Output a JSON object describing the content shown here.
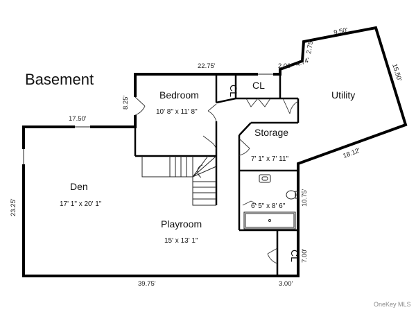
{
  "title": "Basement",
  "rooms": {
    "bedroom": {
      "name": "Bedroom",
      "size": "10' 8\" x 11' 8\""
    },
    "den": {
      "name": "Den",
      "size": "17' 1\" x 20' 1\""
    },
    "playroom": {
      "name": "Playroom",
      "size": "15' x 13' 1\""
    },
    "storage": {
      "name": "Storage",
      "size": "7' 1\" x 7' 11\""
    },
    "bath": {
      "size": "6' 5\" x 8' 6\""
    },
    "utility": {
      "name": "Utility"
    },
    "closet_a": {
      "name": "CL"
    },
    "closet_b": {
      "name": "CL"
    },
    "closet_c": {
      "name": "CL"
    }
  },
  "dimensions": {
    "top_bedroom": "22.75'",
    "top_right": "2.00'",
    "diag_a": "4.74'",
    "diag_b": "2.75'",
    "diag_top": "9.50'",
    "diag_right": "15.50'",
    "diag_bottom": "18.12'",
    "left_step": "8.25'",
    "den_top": "17.50'",
    "den_left": "23.25'",
    "bottom_main": "39.75'",
    "bottom_right": "3.00'",
    "right_lower": "7.00'",
    "right_mid": "10.75'"
  },
  "watermark": "OneKey MLS"
}
